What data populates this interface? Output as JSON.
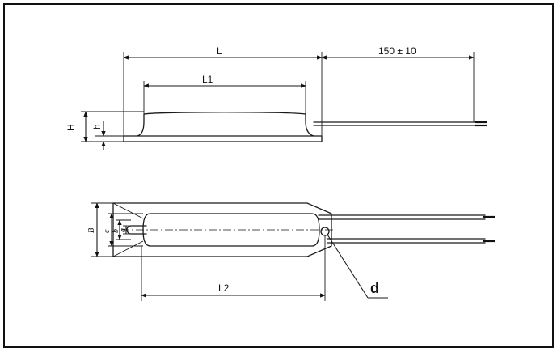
{
  "labels": {
    "L": "L",
    "L1": "L1",
    "dim_150": "150 ± 10",
    "H": "H",
    "h": "h",
    "B": "B",
    "c": "c",
    "b": "b",
    "a": "a",
    "L2": "L2",
    "d": "d"
  }
}
